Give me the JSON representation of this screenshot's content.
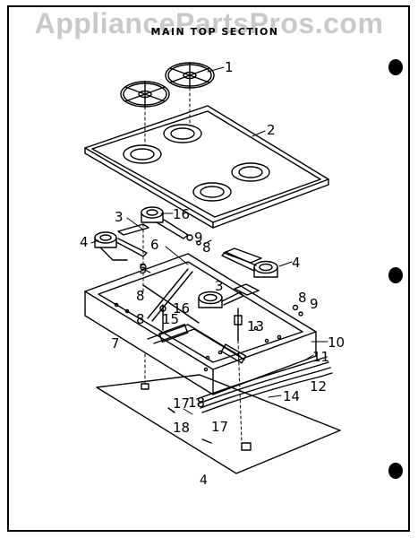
{
  "watermark": "AppliancePartsPros.com",
  "section_title": "MAIN TOP SECTION",
  "page_number": "4",
  "callouts": [
    {
      "id": "c1",
      "text": "1"
    },
    {
      "id": "c2",
      "text": "2"
    },
    {
      "id": "c3a",
      "text": "3"
    },
    {
      "id": "c16a",
      "text": "16"
    },
    {
      "id": "c4a",
      "text": "4"
    },
    {
      "id": "c9a",
      "text": "9"
    },
    {
      "id": "c8a",
      "text": "8"
    },
    {
      "id": "c6",
      "text": "6"
    },
    {
      "id": "c5",
      "text": "5"
    },
    {
      "id": "c4b",
      "text": "4"
    },
    {
      "id": "c3b",
      "text": "3"
    },
    {
      "id": "c8b",
      "text": "8"
    },
    {
      "id": "c9b",
      "text": "9"
    },
    {
      "id": "c8c",
      "text": "8"
    },
    {
      "id": "c16b",
      "text": "16"
    },
    {
      "id": "c8d",
      "text": "8"
    },
    {
      "id": "c15",
      "text": "15"
    },
    {
      "id": "c13",
      "text": "13"
    },
    {
      "id": "c7",
      "text": "7"
    },
    {
      "id": "c10",
      "text": "10"
    },
    {
      "id": "c11",
      "text": "11"
    },
    {
      "id": "c12",
      "text": "12"
    },
    {
      "id": "c18a",
      "text": "18"
    },
    {
      "id": "c14",
      "text": "14"
    },
    {
      "id": "c17a",
      "text": "17"
    },
    {
      "id": "c17b",
      "text": "17"
    },
    {
      "id": "c18b",
      "text": "18"
    }
  ]
}
